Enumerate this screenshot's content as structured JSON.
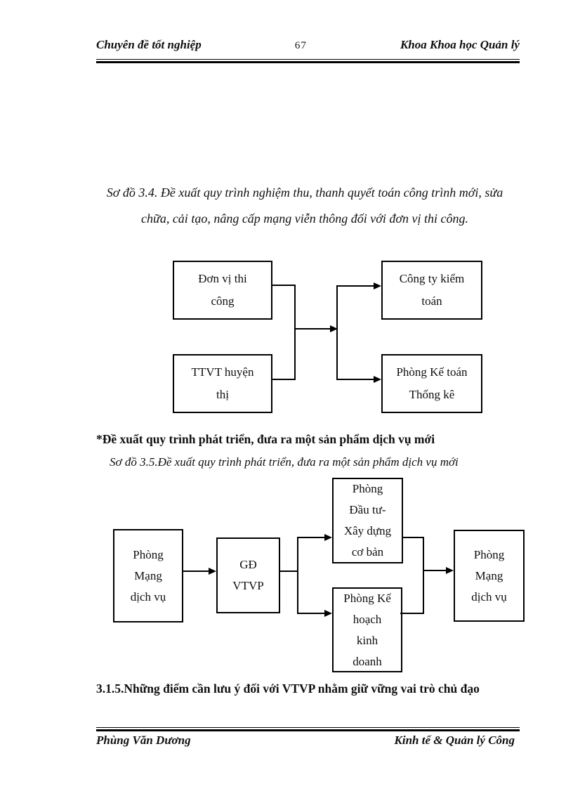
{
  "header": {
    "left": "Chuyên đề tốt nghiệp",
    "page_number": "67",
    "right": "Khoa Khoa học Quản lý"
  },
  "captions": {
    "so_do_3_4_lines": [
      "Sơ đồ 3.4. Đề xuất quy trình nghiệm thu, thanh quyết toán công trình mới, sửa",
      "chữa, cải tạo, nâng cấp mạng viễn thông đối với đơn vị thi công."
    ],
    "so_do_3_5": "Sơ đồ 3.5.Đề xuất quy trình phát triển, đưa ra một sản phẩm dịch vụ mới"
  },
  "headings": {
    "section": "*Đề xuất quy trình phát triển, đưa ra một sản phẩm dịch vụ mới",
    "subsection": "3.1.5.Những điểm cần lưu ý đối với VTVP nhằm giữ vững vai trò chủ đạo"
  },
  "diagram_3_4": {
    "boxes": [
      {
        "id": "don-vi-thi-cong",
        "label": "Đơn vị thi công",
        "lines": [
          "Đơn vị thi",
          "công"
        ]
      },
      {
        "id": "cong-ty-kiem-toan",
        "label": "Công ty kiểm toán",
        "lines": [
          "Công ty kiểm",
          "toán"
        ]
      },
      {
        "id": "ttvt-huyen-thi",
        "label": "TTVT huyện thị",
        "lines": [
          "TTVT huyện",
          "thị"
        ]
      },
      {
        "id": "phong-ke-toan-thong-ke",
        "label": "Phòng Kế toán Thống kê",
        "lines": [
          "Phòng Kế toán",
          "Thống kê"
        ]
      }
    ],
    "edges": [
      {
        "from": [
          "Đơn vị thi công",
          "TTVT huyện thị"
        ],
        "to": [
          "Công ty kiểm toán",
          "Phòng Kế toán Thống kê"
        ]
      }
    ]
  },
  "diagram_3_5": {
    "boxes": [
      {
        "id": "phong-mang-dich-vu-trai",
        "label": "Phòng Mạng dịch vụ",
        "lines": [
          "Phòng",
          "Mạng",
          "dịch vụ"
        ]
      },
      {
        "id": "gd-vtvp",
        "label": "GĐ VTVP",
        "lines": [
          "GĐ",
          "VTVP"
        ]
      },
      {
        "id": "phong-dau-tu-xay-dung-co-ban",
        "label": "Phòng Đầu tư- Xây dựng cơ bản",
        "lines": [
          "Phòng",
          "Đầu tư-",
          "Xây dựng",
          "cơ bản"
        ]
      },
      {
        "id": "phong-ke-hoach-kinh-doanh",
        "label": "Phòng Kế hoạch kinh doanh",
        "lines": [
          "Phòng Kế",
          "hoạch",
          "kinh",
          "doanh"
        ]
      },
      {
        "id": "phong-mang-dich-vu-phai",
        "label": "Phòng Mạng dịch vụ",
        "lines": [
          "Phòng",
          "Mạng",
          "dịch vụ"
        ]
      }
    ],
    "edges": [
      {
        "from": "Phòng Mạng dịch vụ",
        "to": "GĐ VTVP"
      },
      {
        "from": "GĐ VTVP",
        "to": [
          "Phòng Đầu tư- Xây dựng cơ bản",
          "Phòng Kế hoạch kinh doanh"
        ]
      },
      {
        "from": [
          "Phòng Đầu tư- Xây dựng cơ bản",
          "Phòng Kế hoạch kinh doanh"
        ],
        "to": "Phòng Mạng dịch vụ"
      }
    ]
  },
  "footer": {
    "left": "Phùng Văn Dương",
    "right": "Kinh tế & Quản lý Công"
  },
  "colors": {
    "text": "#0f0f0f",
    "line": "#000000",
    "page_background": "#ffffff"
  }
}
